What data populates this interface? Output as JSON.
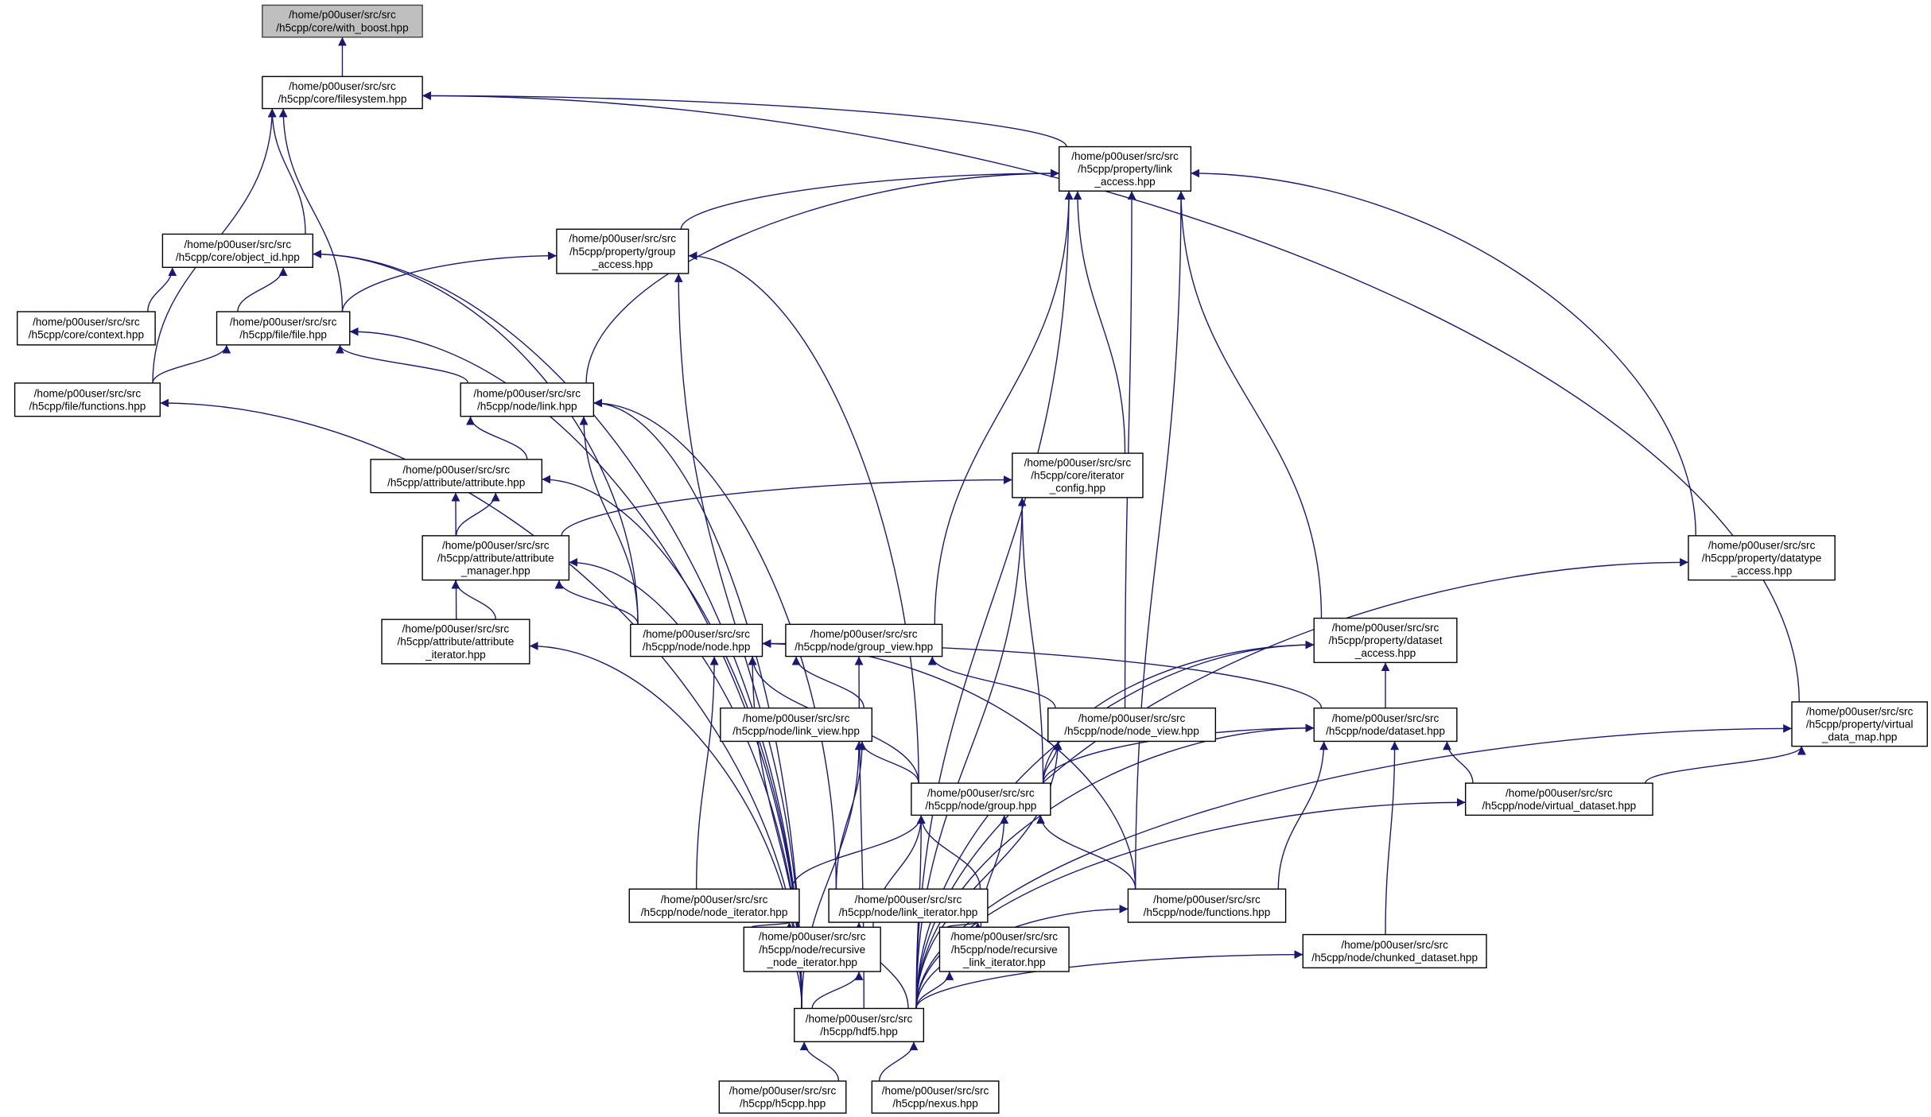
{
  "colors": {
    "edge": "#191970",
    "root_fill": "#bfbfbf",
    "node_fill": "#ffffff"
  },
  "nodes": {
    "with_boost": [
      "/home/p00user/src/src",
      "/h5cpp/core/with_boost.hpp"
    ],
    "filesystem": [
      "/home/p00user/src/src",
      "/h5cpp/core/filesystem.hpp"
    ],
    "link_access": [
      "/home/p00user/src/src",
      "/h5cpp/property/link",
      "_access.hpp"
    ],
    "object_id": [
      "/home/p00user/src/src",
      "/h5cpp/core/object_id.hpp"
    ],
    "group_access": [
      "/home/p00user/src/src",
      "/h5cpp/property/group",
      "_access.hpp"
    ],
    "context": [
      "/home/p00user/src/src",
      "/h5cpp/core/context.hpp"
    ],
    "file": [
      "/home/p00user/src/src",
      "/h5cpp/file/file.hpp"
    ],
    "file_functions": [
      "/home/p00user/src/src",
      "/h5cpp/file/functions.hpp"
    ],
    "link": [
      "/home/p00user/src/src",
      "/h5cpp/node/link.hpp"
    ],
    "attribute": [
      "/home/p00user/src/src",
      "/h5cpp/attribute/attribute.hpp"
    ],
    "iterator_config": [
      "/home/p00user/src/src",
      "/h5cpp/core/iterator",
      "_config.hpp"
    ],
    "attribute_manager": [
      "/home/p00user/src/src",
      "/h5cpp/attribute/attribute",
      "_manager.hpp"
    ],
    "attribute_iterator": [
      "/home/p00user/src/src",
      "/h5cpp/attribute/attribute",
      "_iterator.hpp"
    ],
    "node": [
      "/home/p00user/src/src",
      "/h5cpp/node/node.hpp"
    ],
    "group_view": [
      "/home/p00user/src/src",
      "/h5cpp/node/group_view.hpp"
    ],
    "datatype_access": [
      "/home/p00user/src/src",
      "/h5cpp/property/datatype",
      "_access.hpp"
    ],
    "dataset_access": [
      "/home/p00user/src/src",
      "/h5cpp/property/dataset",
      "_access.hpp"
    ],
    "link_view": [
      "/home/p00user/src/src",
      "/h5cpp/node/link_view.hpp"
    ],
    "node_view": [
      "/home/p00user/src/src",
      "/h5cpp/node/node_view.hpp"
    ],
    "dataset": [
      "/home/p00user/src/src",
      "/h5cpp/node/dataset.hpp"
    ],
    "virtual_data_map": [
      "/home/p00user/src/src",
      "/h5cpp/property/virtual",
      "_data_map.hpp"
    ],
    "group": [
      "/home/p00user/src/src",
      "/h5cpp/node/group.hpp"
    ],
    "virtual_dataset": [
      "/home/p00user/src/src",
      "/h5cpp/node/virtual_dataset.hpp"
    ],
    "node_iterator": [
      "/home/p00user/src/src",
      "/h5cpp/node/node_iterator.hpp"
    ],
    "link_iterator": [
      "/home/p00user/src/src",
      "/h5cpp/node/link_iterator.hpp"
    ],
    "node_functions": [
      "/home/p00user/src/src",
      "/h5cpp/node/functions.hpp"
    ],
    "recursive_node_iterator": [
      "/home/p00user/src/src",
      "/h5cpp/node/recursive",
      "_node_iterator.hpp"
    ],
    "recursive_link_iterator": [
      "/home/p00user/src/src",
      "/h5cpp/node/recursive",
      "_link_iterator.hpp"
    ],
    "chunked_dataset": [
      "/home/p00user/src/src",
      "/h5cpp/node/chunked_dataset.hpp"
    ],
    "hdf5": [
      "/home/p00user/src/src",
      "/h5cpp/hdf5.hpp"
    ],
    "h5cpp": [
      "/home/p00user/src/src",
      "/h5cpp/h5cpp.hpp"
    ],
    "nexus": [
      "/home/p00user/src/src",
      "/h5cpp/nexus.hpp"
    ]
  },
  "root": "with_boost",
  "edges": [
    [
      "filesystem",
      "with_boost"
    ],
    [
      "object_id",
      "filesystem"
    ],
    [
      "file",
      "filesystem"
    ],
    [
      "file_functions",
      "filesystem"
    ],
    [
      "link_access",
      "filesystem"
    ],
    [
      "virtual_data_map",
      "filesystem"
    ],
    [
      "group_access",
      "link_access"
    ],
    [
      "link",
      "link_access"
    ],
    [
      "group_view",
      "link_access"
    ],
    [
      "iterator_config",
      "link_access"
    ],
    [
      "node_view",
      "link_access"
    ],
    [
      "node_functions",
      "link_access"
    ],
    [
      "dataset_access",
      "link_access"
    ],
    [
      "hdf5",
      "link_access"
    ],
    [
      "datatype_access",
      "link_access"
    ],
    [
      "context",
      "object_id"
    ],
    [
      "file",
      "object_id"
    ],
    [
      "hdf5",
      "object_id"
    ],
    [
      "node",
      "object_id"
    ],
    [
      "file",
      "group_access"
    ],
    [
      "hdf5",
      "group_access"
    ],
    [
      "group",
      "group_access"
    ],
    [
      "file_functions",
      "file"
    ],
    [
      "link",
      "file"
    ],
    [
      "hdf5",
      "file"
    ],
    [
      "hdf5",
      "file_functions"
    ],
    [
      "attribute",
      "link"
    ],
    [
      "hdf5",
      "link"
    ],
    [
      "link_iterator",
      "link"
    ],
    [
      "node",
      "link"
    ],
    [
      "attribute_manager",
      "iterator_config"
    ],
    [
      "group",
      "iterator_config"
    ],
    [
      "hdf5",
      "iterator_config"
    ],
    [
      "attribute_manager",
      "attribute"
    ],
    [
      "attribute_iterator",
      "attribute"
    ],
    [
      "hdf5",
      "attribute"
    ],
    [
      "attribute_iterator",
      "attribute_manager"
    ],
    [
      "node",
      "attribute_manager"
    ],
    [
      "hdf5",
      "attribute_manager"
    ],
    [
      "hdf5",
      "attribute_iterator"
    ],
    [
      "hdf5",
      "node"
    ],
    [
      "node_iterator",
      "node"
    ],
    [
      "group",
      "node"
    ],
    [
      "dataset",
      "node"
    ],
    [
      "node_functions",
      "node"
    ],
    [
      "link_view",
      "group_view"
    ],
    [
      "node_view",
      "group_view"
    ],
    [
      "hdf5",
      "group_view"
    ],
    [
      "group",
      "link_view"
    ],
    [
      "link_iterator",
      "link_view"
    ],
    [
      "hdf5",
      "link_view"
    ],
    [
      "group",
      "node_view"
    ],
    [
      "hdf5",
      "node_view"
    ],
    [
      "group",
      "dataset_access"
    ],
    [
      "dataset",
      "dataset_access"
    ],
    [
      "hdf5",
      "dataset_access"
    ],
    [
      "group",
      "dataset"
    ],
    [
      "virtual_dataset",
      "dataset"
    ],
    [
      "node_functions",
      "dataset"
    ],
    [
      "chunked_dataset",
      "dataset"
    ],
    [
      "hdf5",
      "dataset"
    ],
    [
      "hdf5",
      "datatype_access"
    ],
    [
      "virtual_dataset",
      "virtual_data_map"
    ],
    [
      "hdf5",
      "virtual_data_map"
    ],
    [
      "node_iterator",
      "group"
    ],
    [
      "link_iterator",
      "group"
    ],
    [
      "node_functions",
      "group"
    ],
    [
      "recursive_node_iterator",
      "group"
    ],
    [
      "recursive_link_iterator",
      "group"
    ],
    [
      "hdf5",
      "group"
    ],
    [
      "hdf5",
      "virtual_dataset"
    ],
    [
      "recursive_node_iterator",
      "node_iterator"
    ],
    [
      "hdf5",
      "node_iterator"
    ],
    [
      "recursive_link_iterator",
      "link_iterator"
    ],
    [
      "hdf5",
      "link_iterator"
    ],
    [
      "hdf5",
      "node_functions"
    ],
    [
      "hdf5",
      "recursive_node_iterator"
    ],
    [
      "hdf5",
      "recursive_link_iterator"
    ],
    [
      "hdf5",
      "chunked_dataset"
    ],
    [
      "h5cpp",
      "hdf5"
    ],
    [
      "nexus",
      "hdf5"
    ]
  ]
}
